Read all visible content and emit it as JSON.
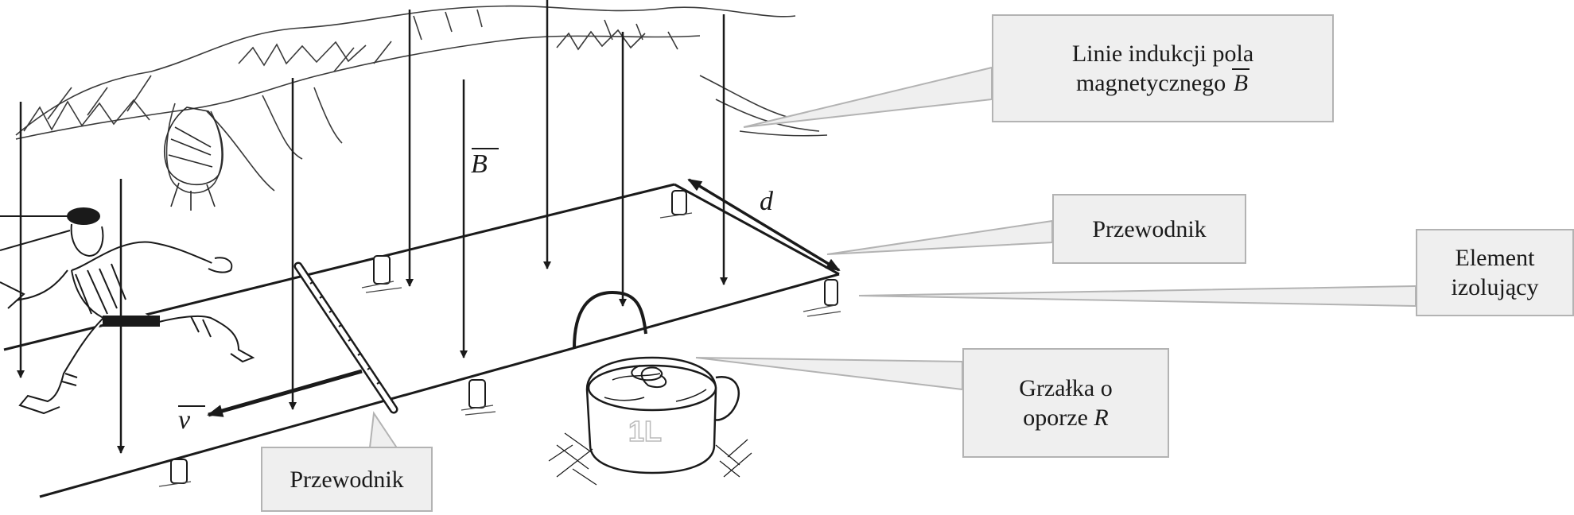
{
  "callouts": {
    "field_lines": {
      "line1": "Linie indukcji pola",
      "line2": "magnetycznego ",
      "symbol": "B"
    },
    "conductor_top": {
      "text": "Przewodnik"
    },
    "insulator": {
      "line1": "Element",
      "line2": "izolujący"
    },
    "heater": {
      "line1": "Grzałka o",
      "line2": "oporze ",
      "symbol": "R"
    },
    "conductor_bottom": {
      "text": "Przewodnik"
    }
  },
  "symbols": {
    "field": "B",
    "distance": "d",
    "velocity": "v"
  },
  "colors": {
    "ink": "#1a1a1a",
    "callout_fill": "#efefef",
    "callout_border": "#b3b3b3"
  },
  "icons": [
    "running-miner-drawing",
    "cave-ceiling-sketch",
    "kettle-heater-drawing",
    "rail-track-drawing"
  ]
}
